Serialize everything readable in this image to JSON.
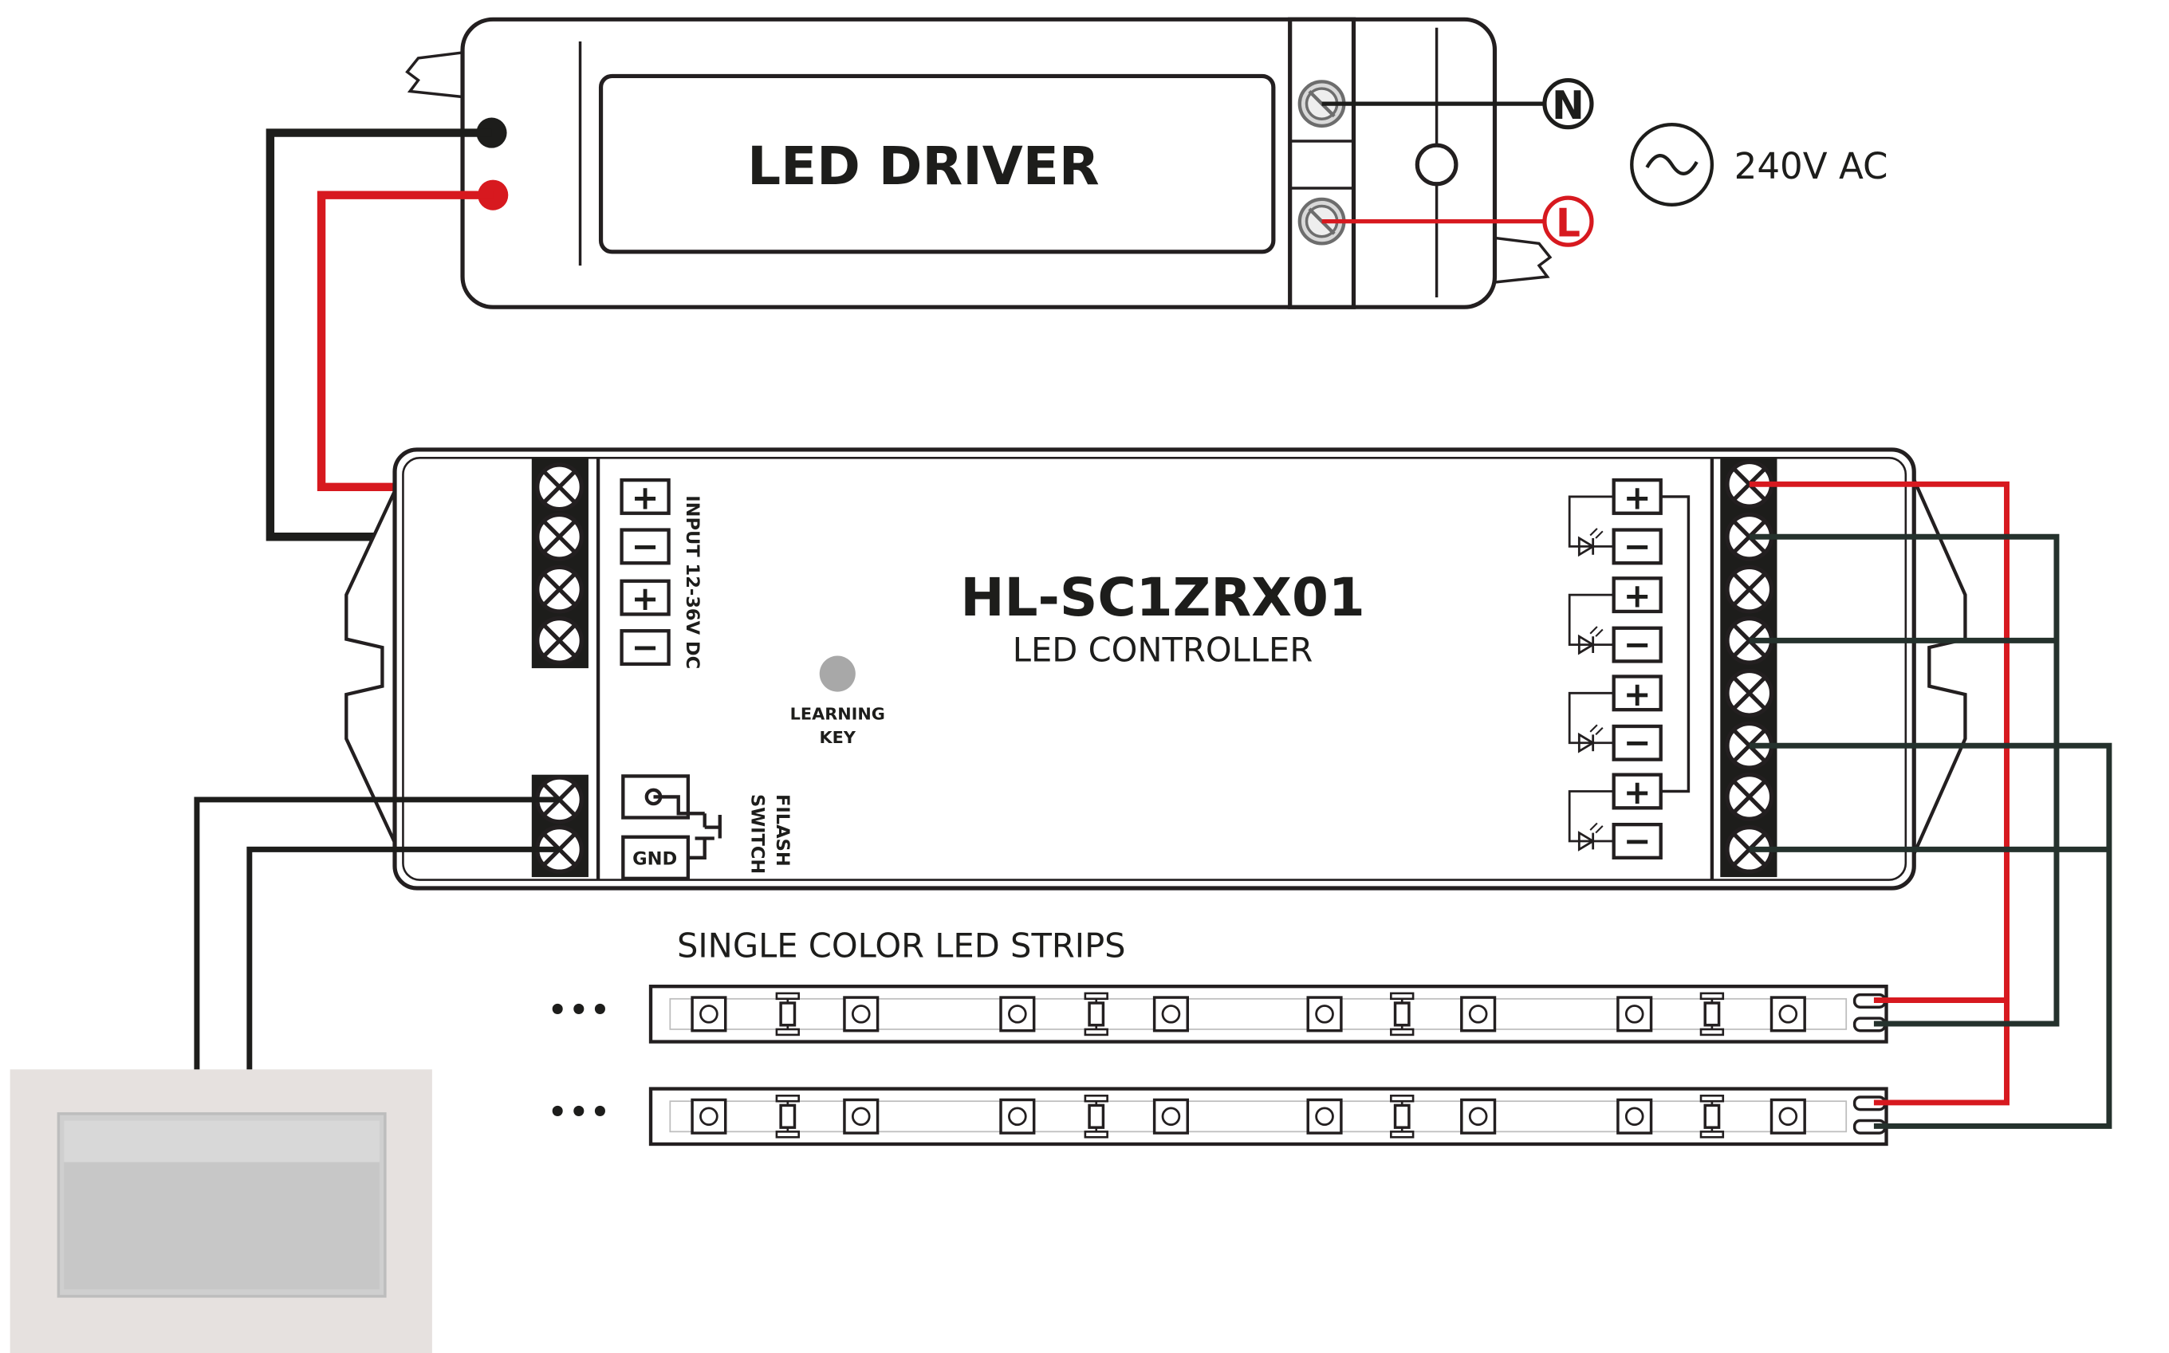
{
  "driver": {
    "title": "LED DRIVER"
  },
  "ac": {
    "neutral": "N",
    "live": "L",
    "label": "240V AC"
  },
  "controller": {
    "model": "HL-SC1ZRX01",
    "subtitle": "LED CONTROLLER",
    "input_label": "INPUT 12-36V DC",
    "input_terminals": [
      "+",
      "−",
      "+",
      "−"
    ],
    "learning_key": [
      "LEARNING",
      "KEY"
    ],
    "flash_switch": [
      "FILASH",
      "SWITCH"
    ],
    "gnd": "GND",
    "output_terminals": [
      "+",
      "−",
      "+",
      "−",
      "+",
      "−",
      "+",
      "−"
    ]
  },
  "strips": {
    "label": "SINGLE COLOR LED STRIPS",
    "ellipsis": "•••"
  },
  "colors": {
    "live_wire": "#d7191f",
    "neutral_wire": "#1d1d1b",
    "ground_wire": "#25322d",
    "outline": "#231f20"
  },
  "icons": [
    "ac-sine-icon",
    "led-diode-icon",
    "screw-terminal-icon",
    "push-switch-icon"
  ]
}
